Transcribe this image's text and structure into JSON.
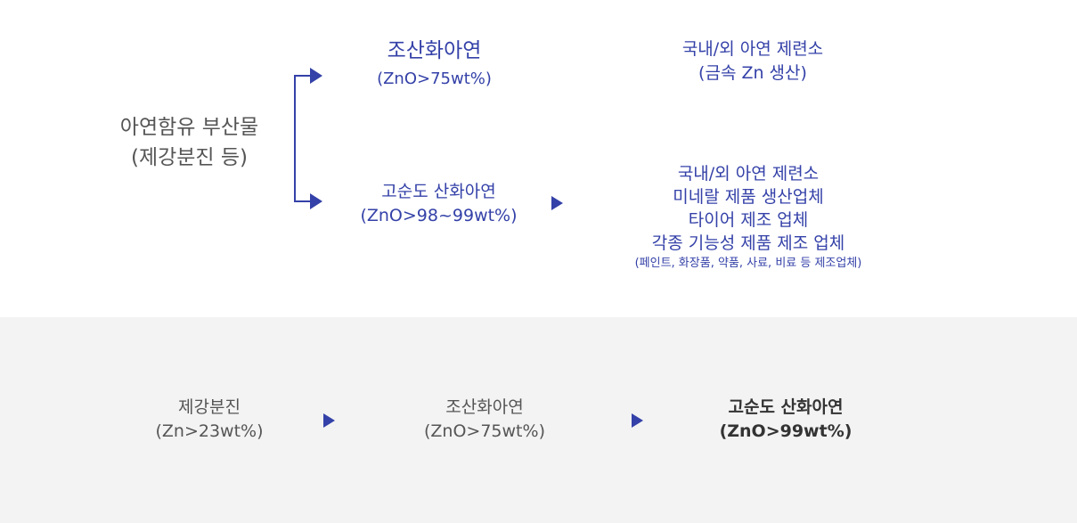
{
  "source": {
    "line1": "아연함유 부산물",
    "line2": "(제강분진 등)"
  },
  "crude": {
    "title": "조산화아연",
    "spec": "(ZnO>75wt%)",
    "use1": "국내/외 아연 제련소",
    "use2": "(금속 Zn 생산)"
  },
  "high": {
    "title": "고순도 산화아연",
    "spec": "(ZnO>98~99wt%)",
    "uses": [
      "국내/외 아연 제련소",
      "미네랄 제품 생산업체",
      "타이어 제조 업체",
      "각종 기능성 제품 제조 업체"
    ],
    "note": "(페인트, 화장품, 약품, 사료, 비료 등 제조업체)"
  },
  "process": [
    {
      "title": "제강분진",
      "spec": "(Zn>23wt%)"
    },
    {
      "title": "조산화아연",
      "spec": "(ZnO>75wt%)"
    },
    {
      "title": "고순도 산화아연",
      "spec": "(ZnO>99wt%)"
    }
  ]
}
